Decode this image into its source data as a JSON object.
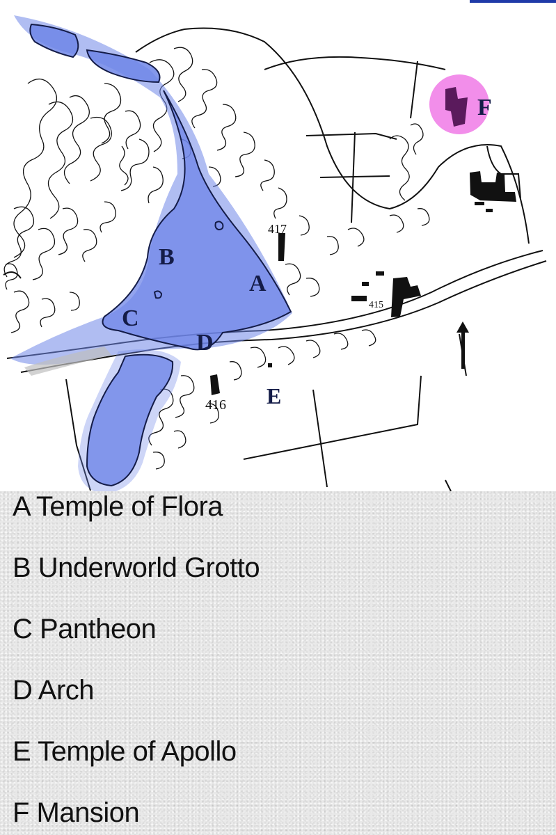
{
  "map": {
    "site_labels": [
      {
        "id": "A",
        "text": "A"
      },
      {
        "id": "B",
        "text": "B"
      },
      {
        "id": "C",
        "text": "C"
      },
      {
        "id": "D",
        "text": "D"
      },
      {
        "id": "E",
        "text": "E"
      },
      {
        "id": "F",
        "text": "F"
      }
    ],
    "spot_heights": [
      "417",
      "415",
      "416"
    ],
    "colors": {
      "water_highlight": "#6f86e8",
      "mansion_highlight": "#f07ae6",
      "ink": "#111111"
    }
  },
  "legend": {
    "items": [
      {
        "key": "A",
        "text": "A Temple of Flora"
      },
      {
        "key": "B",
        "text": "B Underworld Grotto"
      },
      {
        "key": "C",
        "text": "C Pantheon"
      },
      {
        "key": "D",
        "text": "D Arch"
      },
      {
        "key": "E",
        "text": "E Temple of Apollo"
      },
      {
        "key": "F",
        "text": "F Mansion"
      }
    ]
  }
}
